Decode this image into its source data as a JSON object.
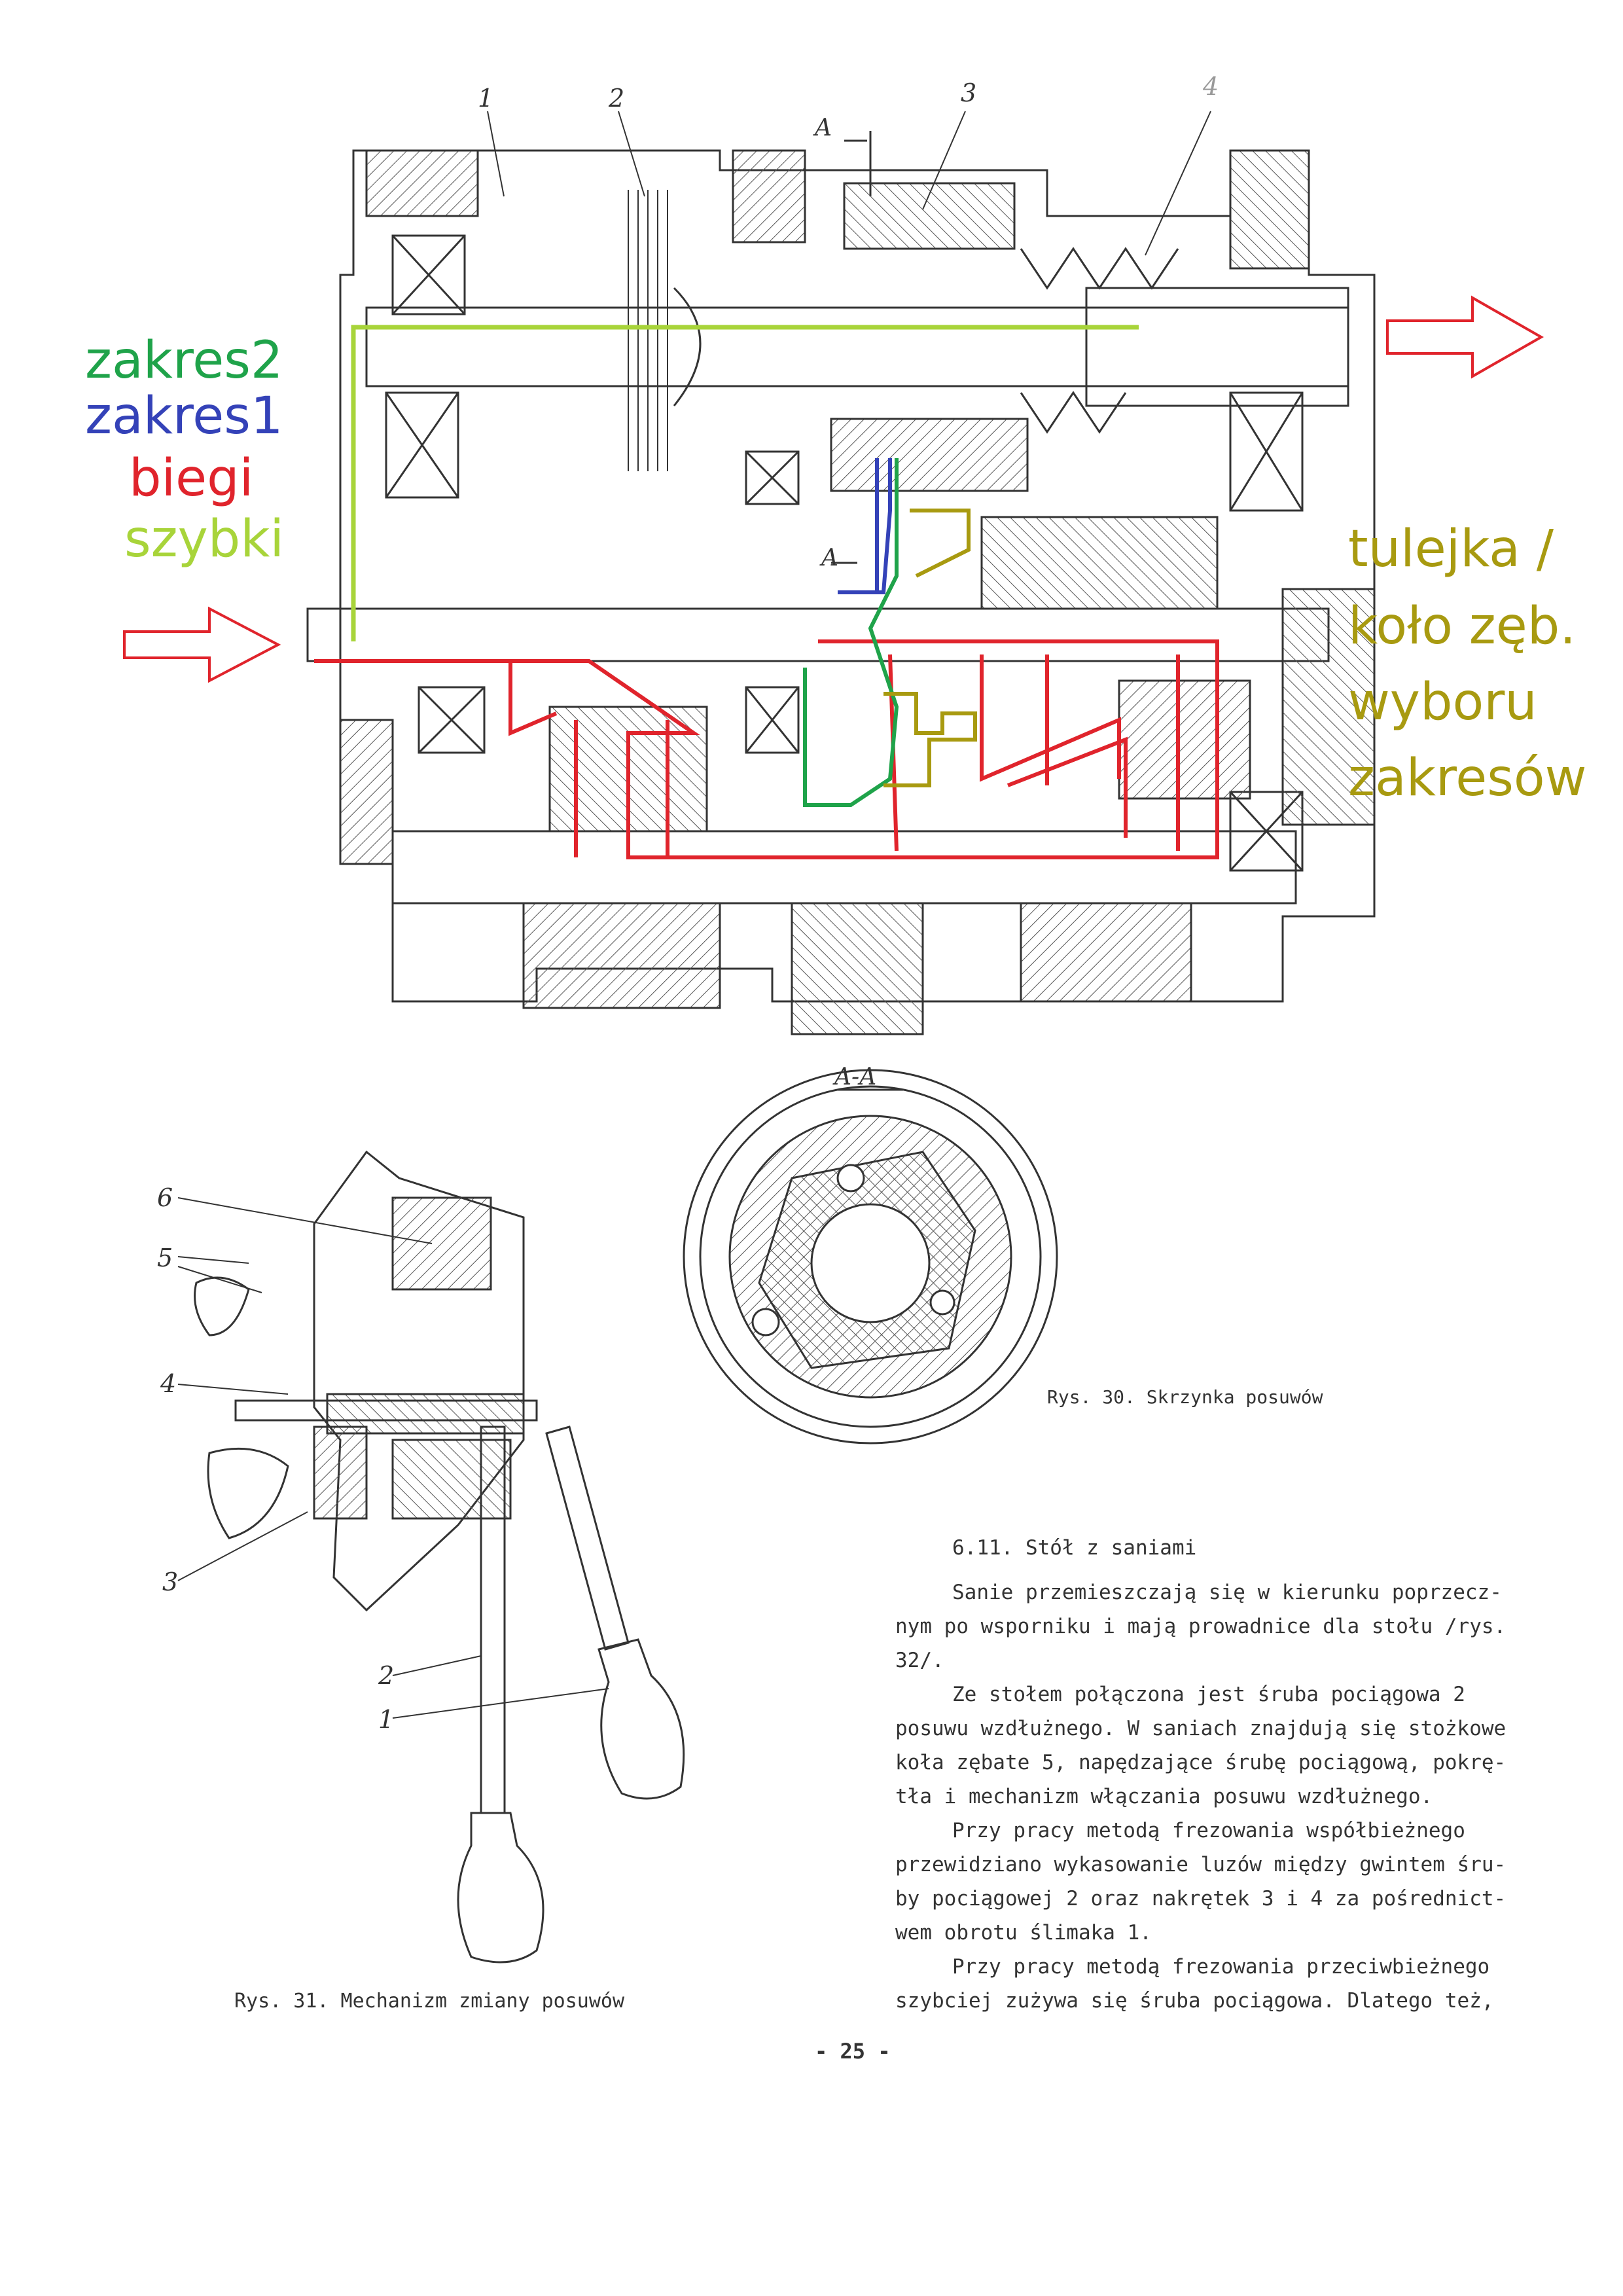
{
  "colors": {
    "zakres2": "#1fa34a",
    "zakres1": "#3442b8",
    "biegi": "#e0242c",
    "szybki": "#a8d43a",
    "tulejka": "#a89a10",
    "arrow": "#e0242c",
    "ink": "#333333"
  },
  "legend": {
    "zakres2": "zakres2",
    "zakres1": "zakres1",
    "biegi": "biegi",
    "szybki": "szybki"
  },
  "right_label": [
    "tulejka /",
    "koło zęb.",
    "wyboru",
    "zakresów"
  ],
  "fig30": {
    "callouts": [
      "1",
      "2",
      "3",
      "4"
    ],
    "section_marker": "A",
    "section_title": "A-A",
    "caption": "Rys. 30. Skrzynka posuwów"
  },
  "fig31": {
    "callouts": [
      "6",
      "5",
      "4",
      "3",
      "2",
      "1"
    ],
    "caption": "Rys. 31. Mechanizm zmiany posuwów"
  },
  "text": {
    "heading": "6.11. Stół z saniami",
    "lines": [
      "Sanie przemieszczają się w kierunku poprzecz-",
      "nym po wsporniku i mają prowadnice dla stołu /rys.",
      "32/.",
      "Ze stołem połączona jest śruba pociągowa 2",
      "posuwu wzdłużnego. W saniach znajdują się stożkowe",
      "koła zębate 5, napędzające śrubę pociągową, pokrę-",
      "tła i mechanizm włączania posuwu wzdłużnego.",
      "Przy pracy metodą frezowania współbieżnego",
      "przewidziano wykasowanie luzów między gwintem śru-",
      "by pociągowej 2 oraz nakrętek 3 i 4 za pośrednict-",
      "wem obrotu ślimaka 1.",
      "Przy pracy metodą frezowania przeciwbieżnego",
      "szybciej zużywa się śruba pociągowa. Dlatego też,"
    ]
  },
  "page_number": "- 25 -"
}
